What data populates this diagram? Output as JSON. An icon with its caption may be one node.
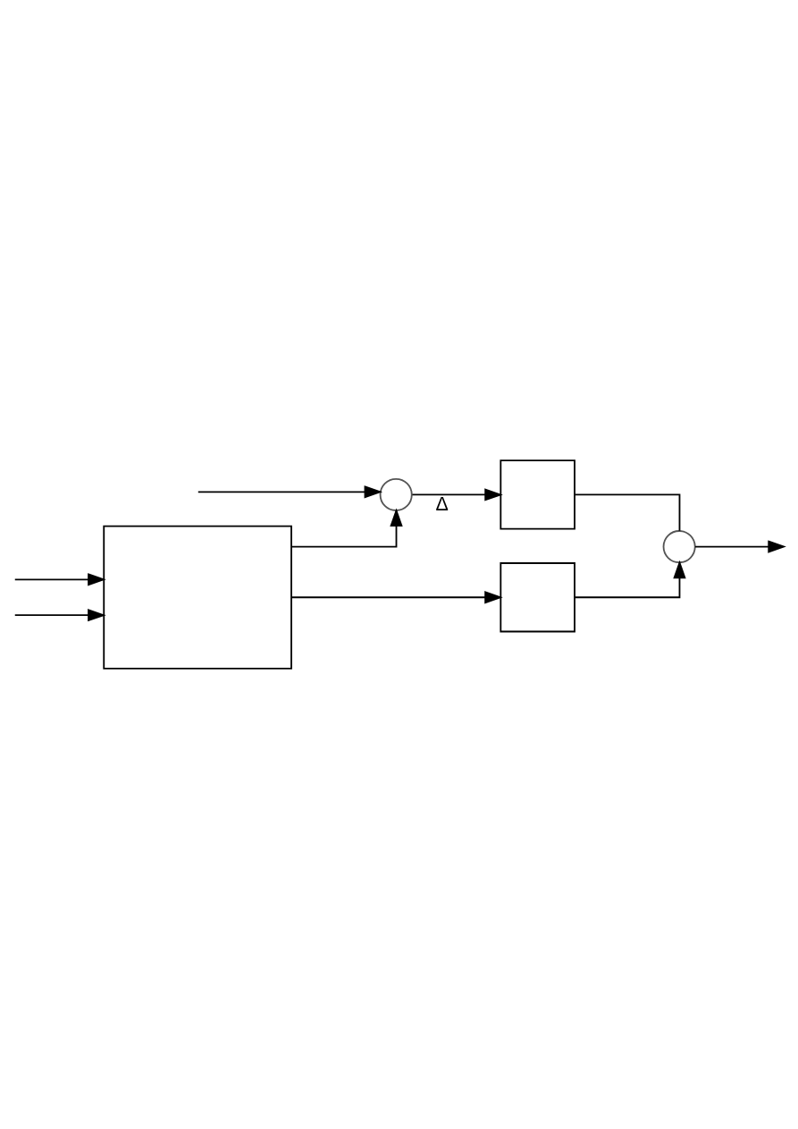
{
  "diagram": {
    "nodes": [
      {
        "text": [],
        "shape": "box"
      },
      {
        "text": [],
        "shape": "box"
      },
      {
        "text": [],
        "shape": "circle"
      },
      {
        "text": [],
        "shape": "box"
      },
      {
        "text": [],
        "shape": "circle"
      }
    ],
    "edges": [
      {
        "from": null,
        "to": 0,
        "arrow": "to"
      },
      {
        "from": null,
        "to": 0,
        "arrow": "to"
      },
      {
        "from": 0,
        "to": 1,
        "arrow": "to"
      },
      {
        "from": 0,
        "to": 2,
        "arrow": "to"
      },
      {
        "from": null,
        "to": 2,
        "arrow": "to"
      },
      {
        "from": 2,
        "to": 3,
        "arrow": "to",
        "label": "Δ"
      },
      {
        "from": 1,
        "to": 4,
        "arrow": "to"
      },
      {
        "from": 3,
        "to": 4,
        "arrow": "none"
      },
      {
        "from": 4,
        "to": null,
        "arrow": "to"
      }
    ]
  }
}
